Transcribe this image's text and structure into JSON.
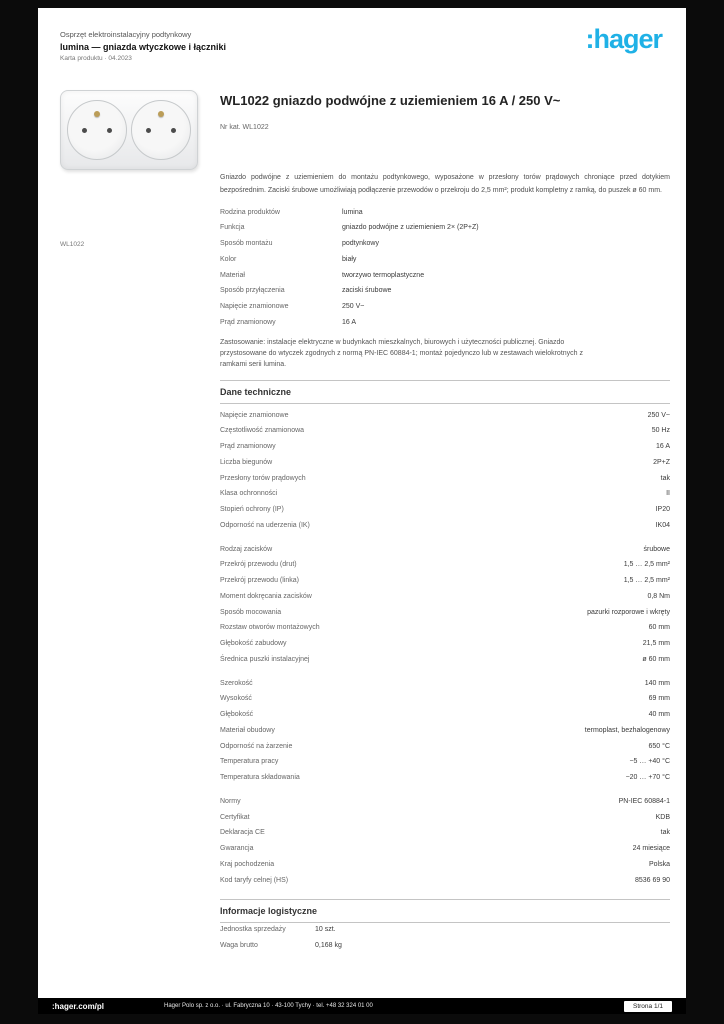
{
  "brand": {
    "logo_text": ":hager",
    "logo_color": "#1FB1E6"
  },
  "header": {
    "line1": "Osprzęt elektroinstalacyjny podtynkowy",
    "line2": "lumina — gniazda wtyczkowe i łączniki",
    "line3": "Karta produktu · 04.2023"
  },
  "product": {
    "title": "WL1022 gniazdo podwójne z uziemieniem 16 A / 250 V~",
    "ref": "Nr kat. WL1022",
    "image_caption": "WL1022",
    "description": "Gniazdo podwójne z uziemieniem do montażu podtynkowego, wyposażone w przesłony torów prądowych chroniące przed dotykiem bezpośrednim. Zaciski śrubowe umożliwiają podłączenie przewodów o przekroju do 2,5 mm²; produkt kompletny z ramką, do puszek ø 60 mm.",
    "note": "Zastosowanie: instalacje elektryczne w budynkach mieszkalnych, biurowych i użyteczności publicznej. Gniazdo przystosowane do wtyczek zgodnych z normą PN-IEC 60884-1; montaż pojedynczo lub w zestawach wielokrotnych z ramkami serii lumina."
  },
  "overview_rows": [
    {
      "label": "Rodzina produktów",
      "value": "lumina"
    },
    {
      "label": "Funkcja",
      "value": "gniazdo podwójne z uziemieniem 2× (2P+Z)"
    },
    {
      "label": "Sposób montażu",
      "value": "podtynkowy"
    },
    {
      "label": "Kolor",
      "value": "biały"
    },
    {
      "label": "Materiał",
      "value": "tworzywo termoplastyczne"
    },
    {
      "label": "Sposób przyłączenia",
      "value": "zaciski śrubowe"
    },
    {
      "label": "Napięcie znamionowe",
      "value": "250 V~"
    },
    {
      "label": "Prąd znamionowy",
      "value": "16 A"
    }
  ],
  "tech": {
    "heading": "Dane techniczne",
    "groups": {
      "g1": [
        {
          "label": "Napięcie znamionowe",
          "value": "250 V~"
        },
        {
          "label": "Częstotliwość znamionowa",
          "value": "50 Hz"
        },
        {
          "label": "Prąd znamionowy",
          "value": "16 A"
        },
        {
          "label": "Liczba biegunów",
          "value": "2P+Z"
        },
        {
          "label": "Przesłony torów prądowych",
          "value": "tak"
        },
        {
          "label": "Klasa ochronności",
          "value": "II"
        },
        {
          "label": "Stopień ochrony (IP)",
          "value": "IP20"
        },
        {
          "label": "Odporność na uderzenia (IK)",
          "value": "IK04"
        }
      ],
      "g2": [
        {
          "label": "Rodzaj zacisków",
          "value": "śrubowe"
        },
        {
          "label": "Przekrój przewodu (drut)",
          "value": "1,5 … 2,5 mm²"
        },
        {
          "label": "Przekrój przewodu (linka)",
          "value": "1,5 … 2,5 mm²"
        },
        {
          "label": "Moment dokręcania zacisków",
          "value": "0,8 Nm"
        },
        {
          "label": "Sposób mocowania",
          "value": "pazurki rozporowe i wkręty"
        },
        {
          "label": "Rozstaw otworów montażowych",
          "value": "60 mm"
        },
        {
          "label": "Głębokość zabudowy",
          "value": "21,5 mm"
        },
        {
          "label": "Średnica puszki instalacyjnej",
          "value": "ø 60 mm"
        }
      ],
      "g3": [
        {
          "label": "Szerokość",
          "value": "140 mm"
        },
        {
          "label": "Wysokość",
          "value": "69 mm"
        },
        {
          "label": "Głębokość",
          "value": "40 mm"
        },
        {
          "label": "Materiał obudowy",
          "value": "termoplast, bezhalogenowy"
        },
        {
          "label": "Odporność na żarzenie",
          "value": "650 °C"
        },
        {
          "label": "Temperatura pracy",
          "value": "−5 … +40 °C"
        },
        {
          "label": "Temperatura składowania",
          "value": "−20 … +70 °C"
        }
      ],
      "g4": [
        {
          "label": "Normy",
          "value": "PN-IEC 60884-1"
        },
        {
          "label": "Certyfikat",
          "value": "KDB"
        },
        {
          "label": "Deklaracja CE",
          "value": "tak"
        },
        {
          "label": "Gwarancja",
          "value": "24 miesiące"
        },
        {
          "label": "Kraj pochodzenia",
          "value": "Polska"
        },
        {
          "label": "Kod taryfy celnej (HS)",
          "value": "8536 69 90"
        }
      ]
    }
  },
  "logistics": {
    "heading": "Informacje logistyczne",
    "rows": [
      {
        "label": "Jednostka sprzedaży",
        "value": "10 szt."
      },
      {
        "label": "Waga brutto",
        "value": "0,168 kg"
      }
    ]
  },
  "footer": {
    "site": ":hager.com/pl",
    "company": "Hager Polo sp. z o.o. · ul. Fabryczna 10 · 43-100 Tychy · tel. +48 32 324 01 00",
    "page": "Strona 1/1"
  }
}
